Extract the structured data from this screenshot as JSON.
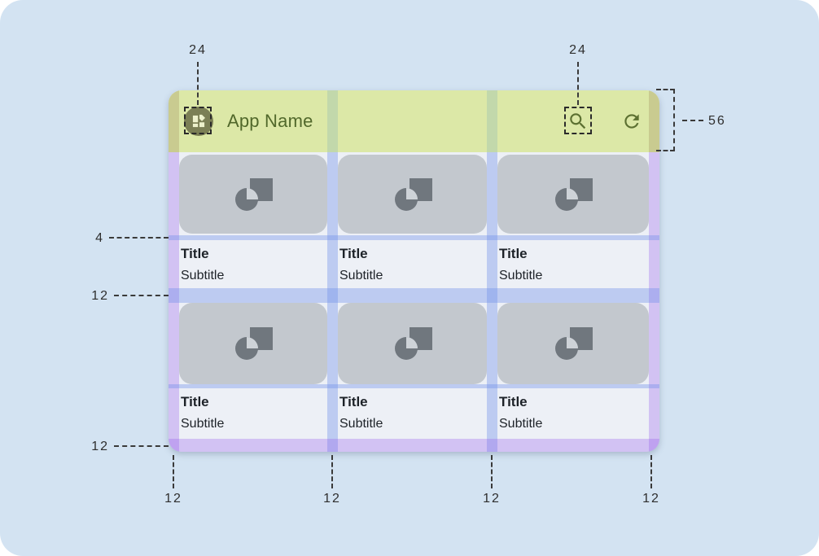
{
  "colors": {
    "figure_bg": "#d3e3f2",
    "surface": "#edf0f6",
    "appbar_green": "#dce8a7",
    "appbar_text": "#51682b",
    "olive_icon": "#5c7031",
    "app_icon_circle": "#7b7f55",
    "app_icon_glyph": "#edf1cc",
    "card_image_gray": "#c3c8ce",
    "card_icon_gray": "#70777e",
    "card_icon_cut": "#ced3d8",
    "text_dark": "#1d2228",
    "gutter_blue": "rgba(110,142,235,0.38)",
    "margin_purple": "rgba(150,88,235,0.30)",
    "gutter_on_bar": "#c2d8ab",
    "margin_on_bar": "#c9cb90",
    "annotation": "#2e2e2e"
  },
  "app_bar": {
    "title": "App Name",
    "leading_icon": "apps-icon",
    "action_icons": [
      "search-icon",
      "refresh-icon"
    ]
  },
  "cards": [
    {
      "title": "Title",
      "subtitle": "Subtitle"
    },
    {
      "title": "Title",
      "subtitle": "Subtitle"
    },
    {
      "title": "Title",
      "subtitle": "Subtitle"
    },
    {
      "title": "Title",
      "subtitle": "Subtitle"
    },
    {
      "title": "Title",
      "subtitle": "Subtitle"
    },
    {
      "title": "Title",
      "subtitle": "Subtitle"
    }
  ],
  "annotations": {
    "leading_icon_size": "24",
    "trailing_icon_size": "24",
    "appbar_height": "56",
    "image_text_gap": "4",
    "row_gap": "12",
    "bottom_margin": "12",
    "column_markers": [
      "12",
      "12",
      "12",
      "12"
    ]
  }
}
